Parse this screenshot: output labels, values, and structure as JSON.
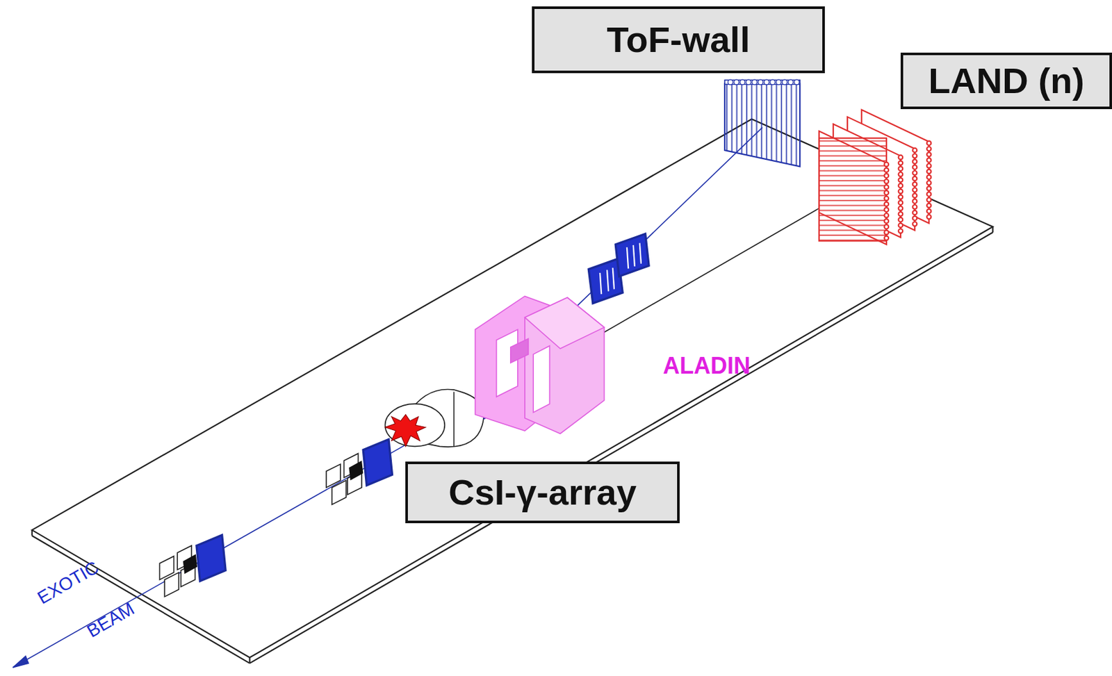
{
  "diagram": {
    "nodes": [
      {
        "text": [
          "ToF-wall"
        ]
      },
      {
        "text": [
          "LAND (n)"
        ]
      },
      {
        "text": [
          "CsI-γ-array"
        ]
      }
    ],
    "labels": [
      "ALADIN",
      "EXOTIC",
      "BEAM"
    ]
  }
}
